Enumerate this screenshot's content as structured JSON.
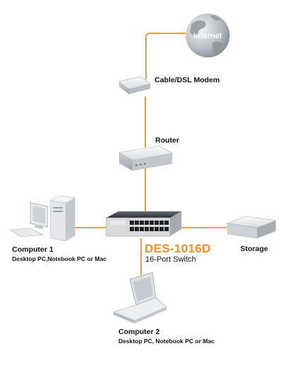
{
  "colors": {
    "link": "#f29d3a",
    "accent": "#f08f1f",
    "globe": "#9ea4aa",
    "device": "#d8dadc"
  },
  "internet": {
    "label": "Internet"
  },
  "modem": {
    "label": "Cable/DSL Modem"
  },
  "router": {
    "label": "Router"
  },
  "switch": {
    "model": "DES-1016D",
    "description": "16-Port Switch"
  },
  "computer1": {
    "label": "Computer 1",
    "sublabel": "Desktop PC,Notebook PC or Mac"
  },
  "computer2": {
    "label": "Computer 2",
    "sublabel": "Desktop PC, Notebook PC or Mac"
  },
  "storage": {
    "label": "Storage"
  },
  "icons": [
    "globe-icon",
    "modem-icon",
    "router-icon",
    "switch-icon",
    "desktop-pc-icon",
    "laptop-icon",
    "storage-icon"
  ]
}
